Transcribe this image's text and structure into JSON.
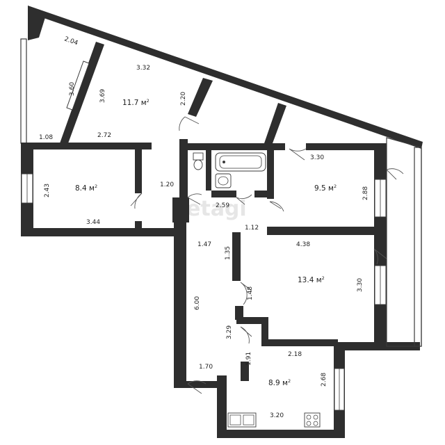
{
  "watermark": "etagi",
  "rooms": {
    "room_nw": {
      "area": "11.7 м",
      "sup": "2",
      "dims": {
        "top": "2.04",
        "top2": "3.32",
        "left": "3.60",
        "left_inner": "3.69",
        "bottom": "1.08",
        "bottom2": "2.72",
        "right": "2.20"
      }
    },
    "room_w": {
      "area": "8.4 м",
      "sup": "2",
      "dims": {
        "left": "2.43",
        "bottom": "3.44"
      }
    },
    "room_ne": {
      "area": "9.5 м",
      "sup": "2",
      "dims": {
        "top": "3.30",
        "right": "2.88",
        "bottom": "1.12"
      }
    },
    "room_e": {
      "area": "13.4 м",
      "sup": "2",
      "dims": {
        "top": "4.38",
        "right": "3.30",
        "left": "1.48"
      }
    },
    "kitchen": {
      "area": "8.9 м",
      "sup": "2",
      "dims": {
        "top": "2.18",
        "right": "2.68",
        "bottom": "3.20",
        "left": "1.91"
      }
    },
    "bath": {
      "dims": {
        "bottom": "2.59"
      }
    },
    "corridor": {
      "dims": {
        "top": "1.20",
        "left": "1.47",
        "left2": "1.35",
        "long": "6.00",
        "mid": "3.29",
        "bottom": "1.70"
      }
    }
  },
  "icons": [
    "bathtub-icon",
    "toilet-icon",
    "sink-icon",
    "stove-icon",
    "kitchen-sink-icon"
  ]
}
